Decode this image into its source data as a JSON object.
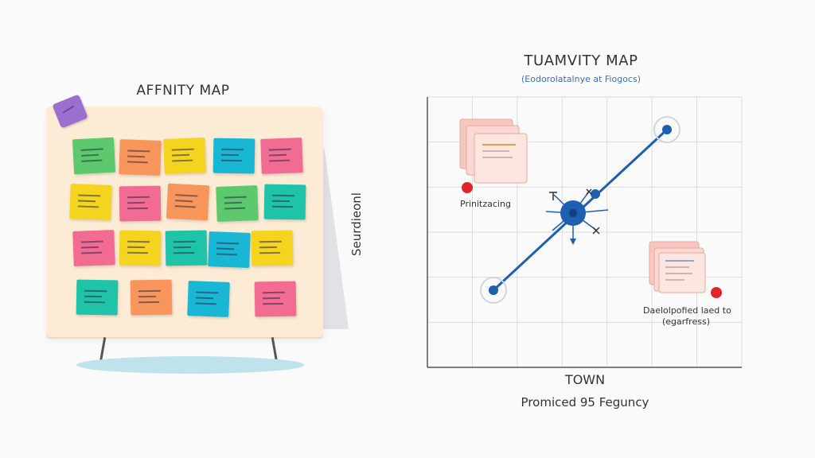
{
  "left": {
    "title": "AFFNITY MAP",
    "notes": [
      {
        "color": "#5cc96d"
      },
      {
        "color": "#f7955a"
      },
      {
        "color": "#f4d41f"
      },
      {
        "color": "#19b7d4"
      },
      {
        "color": "#f26b93"
      },
      {
        "color": "#f4d41f"
      },
      {
        "color": "#f26b93"
      },
      {
        "color": "#f7955a"
      },
      {
        "color": "#5cc96d"
      },
      {
        "color": "#1ec3a8"
      },
      {
        "color": "#f26b93"
      },
      {
        "color": "#f4d41f"
      },
      {
        "color": "#1ec3a8"
      },
      {
        "color": "#19b7d4"
      },
      {
        "color": "#f4d41f"
      },
      {
        "color": "#1ec3a8"
      },
      {
        "color": "#f7955a"
      },
      {
        "color": "#19b7d4"
      },
      {
        "color": "#f26b93"
      }
    ],
    "colors": {
      "board": "#fcebd5",
      "pin": "#9a6fd0",
      "floor": "#bfe3ea"
    }
  },
  "right": {
    "title": "TUAMVITY MAP",
    "subtitle": "(Eodorolatalnye at Fiogocs)",
    "y_label": "Seurdieonl",
    "x_label": "TOWN",
    "caption": "Promiced 95 Feguncy",
    "callouts": {
      "left": "Prinitzacing",
      "right_line1": "Daelolpofied laed to",
      "right_line2": "(egarfress)"
    },
    "colors": {
      "line": "#1f5fb0",
      "grid": "#dcdcdc",
      "marker": "#e0242c"
    }
  }
}
